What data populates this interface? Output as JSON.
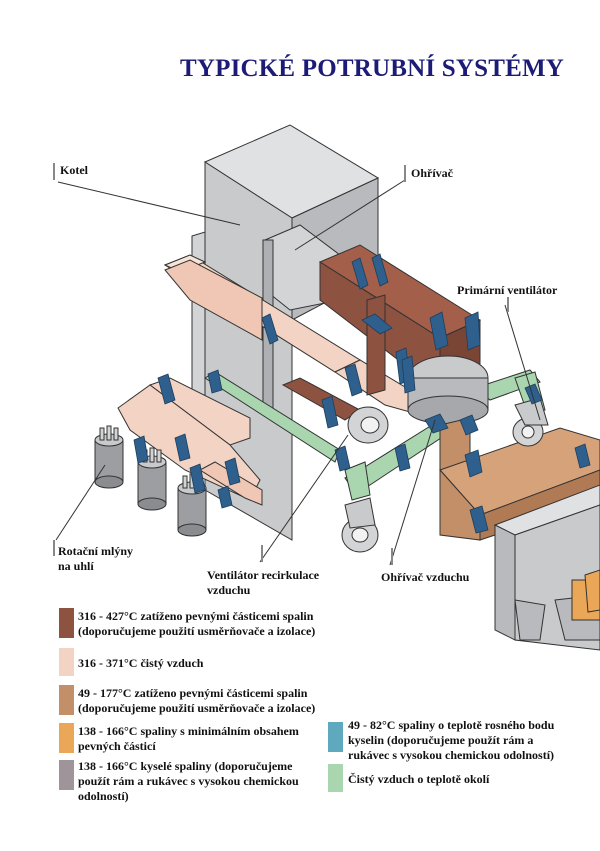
{
  "title": "TYPICKÉ POTRUBNÍ SYSTÉMY",
  "labels": {
    "kotel": "Kotel",
    "ohrivac": "Ohřívač",
    "primarni_ventilator": "Primární ventilátor",
    "rotacni_mlyny_1": "Rotační mlýny",
    "rotacni_mlyny_2": "na uhlí",
    "ventilator_recirkulace_1": "Ventilátor recirkulace",
    "ventilator_recirkulace_2": "vzduchu",
    "ohrivac_vzduchu": "Ohřívač vzduchu"
  },
  "colors": {
    "flue_gas_solids": "#8e5240",
    "clean_air_hot": "#f3d3c3",
    "flue_gas_low": "#c38f68",
    "min_solids": "#eba758",
    "acid_flue": "#9f949a",
    "dew_point": "#5ea9bd",
    "ambient_air": "#a9d6ae",
    "boiler_grey": "#c9cacc",
    "band_blue": "#2f5f8c",
    "title_navy": "#1c1c78"
  },
  "legend": [
    {
      "lines": [
        "316 - 427°C zatíženo pevnými částicemi spalin",
        "(doporučujeme použití usměrňovače a izolace)"
      ],
      "color": "#8e5240"
    },
    {
      "lines": [
        "316 - 371°C čistý vzduch"
      ],
      "color": "#f3d3c3"
    },
    {
      "lines": [
        "49 - 177°C zatíženo pevnými částicemi spalin",
        "(doporučujeme použití usměrňovače a izolace)"
      ],
      "color": "#c38f68"
    },
    {
      "lines": [
        "138 - 166°C spaliny s minimálním obsahem",
        "pevných částicí"
      ],
      "color": "#eba758"
    },
    {
      "lines": [
        "138 - 166°C kyselé spaliny (doporučujeme",
        "použít rám a rukávec s vysokou chemickou",
        "odolností)"
      ],
      "color": "#9f949a"
    },
    {
      "lines": [
        "49 - 82°C spaliny o teplotě rosného bodu",
        "kyselin (doporučujeme použít rám a",
        "rukávec s vysokou chemickou odolností)"
      ],
      "color": "#5ea9bd"
    },
    {
      "lines": [
        "Čistý vzduch o teplotě okolí"
      ],
      "color": "#a9d6ae"
    }
  ]
}
